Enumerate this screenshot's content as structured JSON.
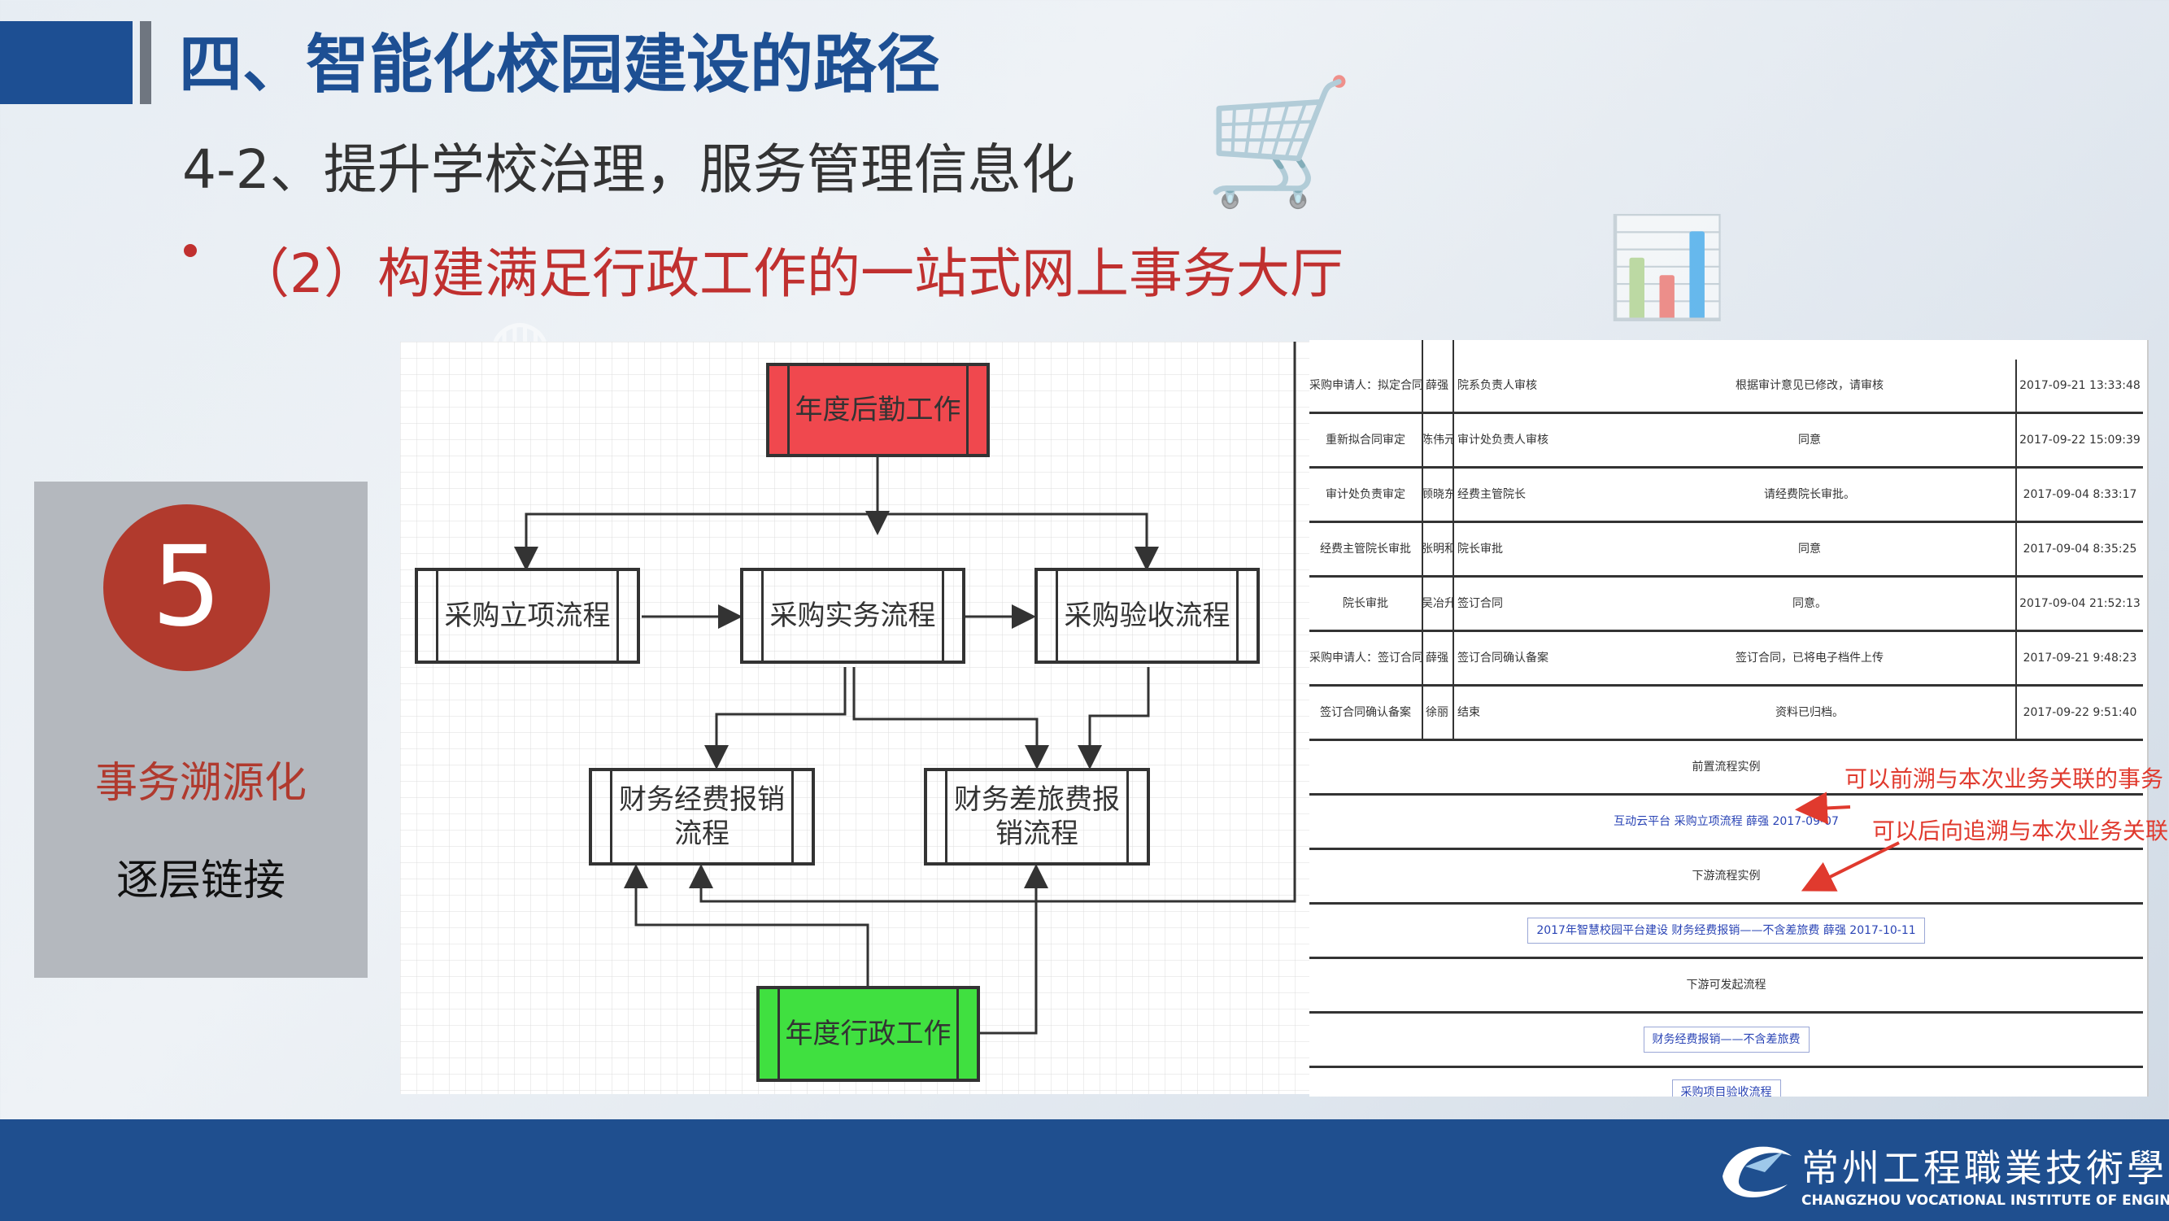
{
  "header": {
    "title": "四、智能化校园建设的路径",
    "subtitle": "4-2、提升学校治理，服务管理信息化",
    "bullet": "（2）构建满足行政工作的一站式网上事务大厅"
  },
  "side_panel": {
    "number": "5",
    "label_red": "事务溯源化",
    "label_black": "逐层链接"
  },
  "flowchart": {
    "top": "年度后勤工作",
    "proc1": "采购立项流程",
    "proc2": "采购实务流程",
    "proc3": "采购验收流程",
    "fin1": "财务经费报销流程",
    "fin2": "财务差旅费报销流程",
    "bottom": "年度行政工作",
    "colors": {
      "top": "#f0484e",
      "bottom": "#40e040"
    }
  },
  "table": {
    "rows": [
      [
        "采购申请人：拟定合同",
        "薛强",
        "院系负责人审核",
        "根据审计意见已修改，请审核",
        "2017-09-21 13:33:48"
      ],
      [
        "重新拟合同审定",
        "陈伟元",
        "审计处负责人审核",
        "同意",
        "2017-09-22 15:09:39"
      ],
      [
        "审计处负责审定",
        "顾晓东",
        "经费主管院长",
        "请经费院长审批。",
        "2017-09-04 8:33:17"
      ],
      [
        "经费主管院长审批",
        "张明和",
        "院长审批",
        "同意",
        "2017-09-04 8:35:25"
      ],
      [
        "院长审批",
        "吴冶升",
        "签订合同",
        "同意。",
        "2017-09-04 21:52:13"
      ],
      [
        "采购申请人：签订合同",
        "薛强",
        "签订合同确认备案",
        "签订合同，已将电子档件上传",
        "2017-09-21 9:48:23"
      ],
      [
        "签订合同确认备案",
        "徐丽",
        "结束",
        "资料已归档。",
        "2017-09-22 9:51:40"
      ]
    ],
    "prev_label": "前置流程实例",
    "prev_link": "互动云平台 采购立项流程 薛强 2017-09-07",
    "next_label": "下游流程实例",
    "next_link": "2017年智慧校园平台建设 财务经费报销——不含差旅费 薛强 2017-10-11",
    "next2_label": "下游可发起流程",
    "next2_link": "财务经费报销——不含差旅费",
    "partial_link": "采购项目验收流程"
  },
  "annotations": {
    "a1": "可以前溯与本次业务关联的事务",
    "a2": "可以后向追溯与本次业务关联的事务",
    "color": "#e03a2e"
  },
  "footer": {
    "logo_zh": "常州工程職業技術學院",
    "logo_en": "CHANGZHOU VOCATIONAL INSTITUTE OF ENGINEERING"
  }
}
